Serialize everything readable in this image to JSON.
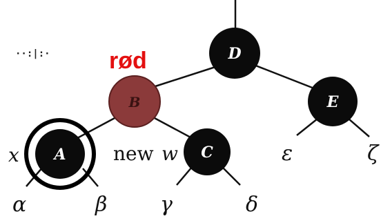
{
  "annotation": {
    "text": "rød",
    "color": "#e41010"
  },
  "nodes": {
    "D": {
      "label": "D",
      "color": "black"
    },
    "B": {
      "label": "B",
      "color": "red",
      "fill": "#8b3a3a"
    },
    "E": {
      "label": "E",
      "color": "black"
    },
    "A": {
      "label": "A",
      "color": "black",
      "highlighted": true
    },
    "C": {
      "label": "C",
      "color": "black"
    }
  },
  "side_labels": {
    "x": "x",
    "new_w_prefix": "new",
    "new_w_var": "w"
  },
  "subtrees": {
    "alpha": "α",
    "beta": "β",
    "gamma": "γ",
    "delta": "δ",
    "epsilon": "ε",
    "zeta": "ζ"
  },
  "arrow_fragment": "··:|:·",
  "colors": {
    "black_node": "#0b0b0b",
    "red_node": "#8b3a3a",
    "edge": "#111111"
  }
}
